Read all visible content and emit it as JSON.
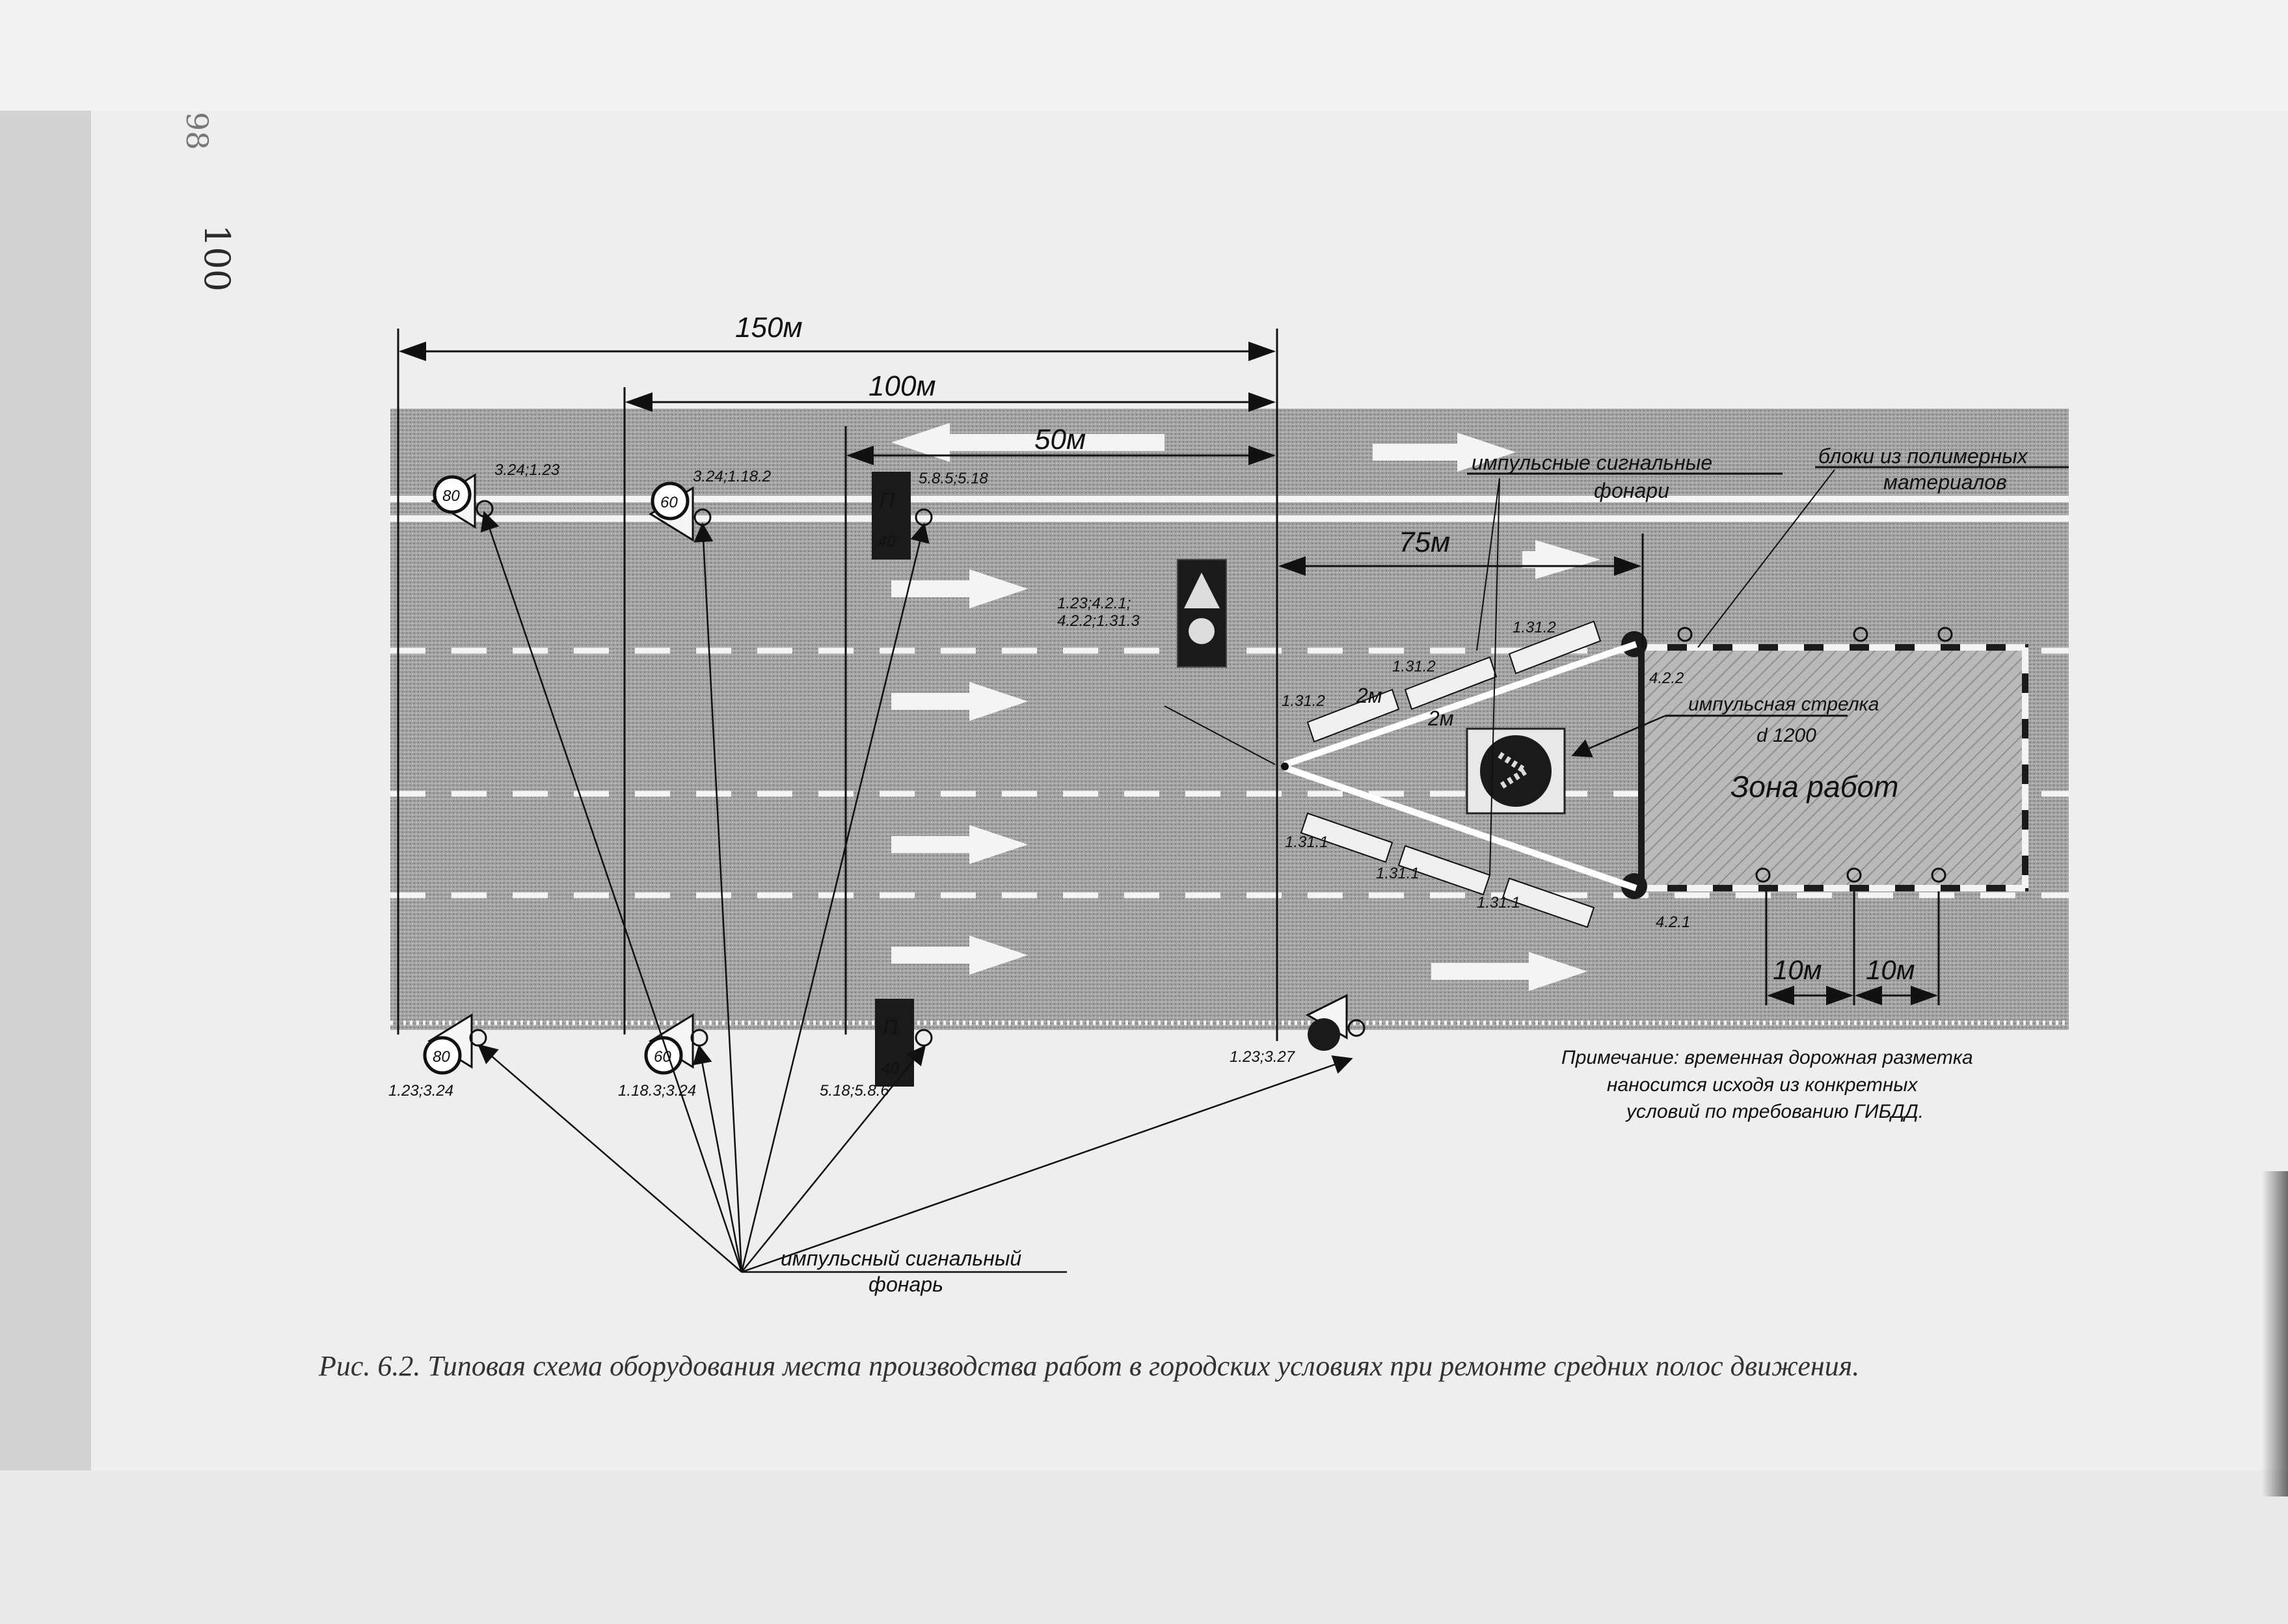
{
  "page": {
    "number": "100",
    "corner_mark": "98"
  },
  "dimensions": {
    "d150": "150м",
    "d100": "100м",
    "d50": "50м",
    "d75": "75м",
    "d10a": "10м",
    "d10b": "10м",
    "d2m_a": "2м",
    "d2m_b": "2м"
  },
  "labels": {
    "pulse_lights_top_1": "импульсные сигнальные",
    "pulse_lights_top_2": "фонари",
    "blocks_1": "блоки из полимерных",
    "blocks_2": "материалов",
    "pulse_arrow_1": "импульсная стрелка",
    "pulse_arrow_2": "d 1200",
    "work_zone": "Зона работ",
    "pulse_light_bottom_1": "импульсный сигнальный",
    "pulse_light_bottom_2": "фонарь"
  },
  "sign_codes": {
    "top1": "3.24;1.23",
    "top2": "3.24;1.18.2",
    "top3": "5.8.5;5.18",
    "mid": "1.23;4.2.1;",
    "mid2": "4.2.2;1.31.3",
    "bot1": "1.23;3.24",
    "bot2": "1.18.3;3.24",
    "bot3": "5.18;5.8.6",
    "bot4": "1.23;3.27",
    "m1312a": "1.31.2",
    "m1312b": "1.31.2",
    "m1312c": "1.31.2",
    "m1311a": "1.31.1",
    "m1311b": "1.31.1",
    "m1311c": "1.31.1",
    "s421": "4.2.1",
    "s422": "4.2.2"
  },
  "signs": {
    "speed80_top": "80",
    "speed60_top": "60",
    "lane40_top": "40",
    "speed80_bot": "80",
    "speed60_bot": "60",
    "lane40_bot": "40",
    "lane_letter": "П"
  },
  "note": {
    "line1": "Примечание: временная дорожная разметка",
    "line2": "наносится исходя из конкретных",
    "line3": "условий по требованию ГИБДД."
  },
  "caption": {
    "text": "Рис. 6.2. Типовая схема оборудования места производства работ в городских условиях при ремонте средних полос движения."
  },
  "colors": {
    "asphalt": "#9a9a9a",
    "marking": "#ffffff",
    "ink": "#111111"
  }
}
